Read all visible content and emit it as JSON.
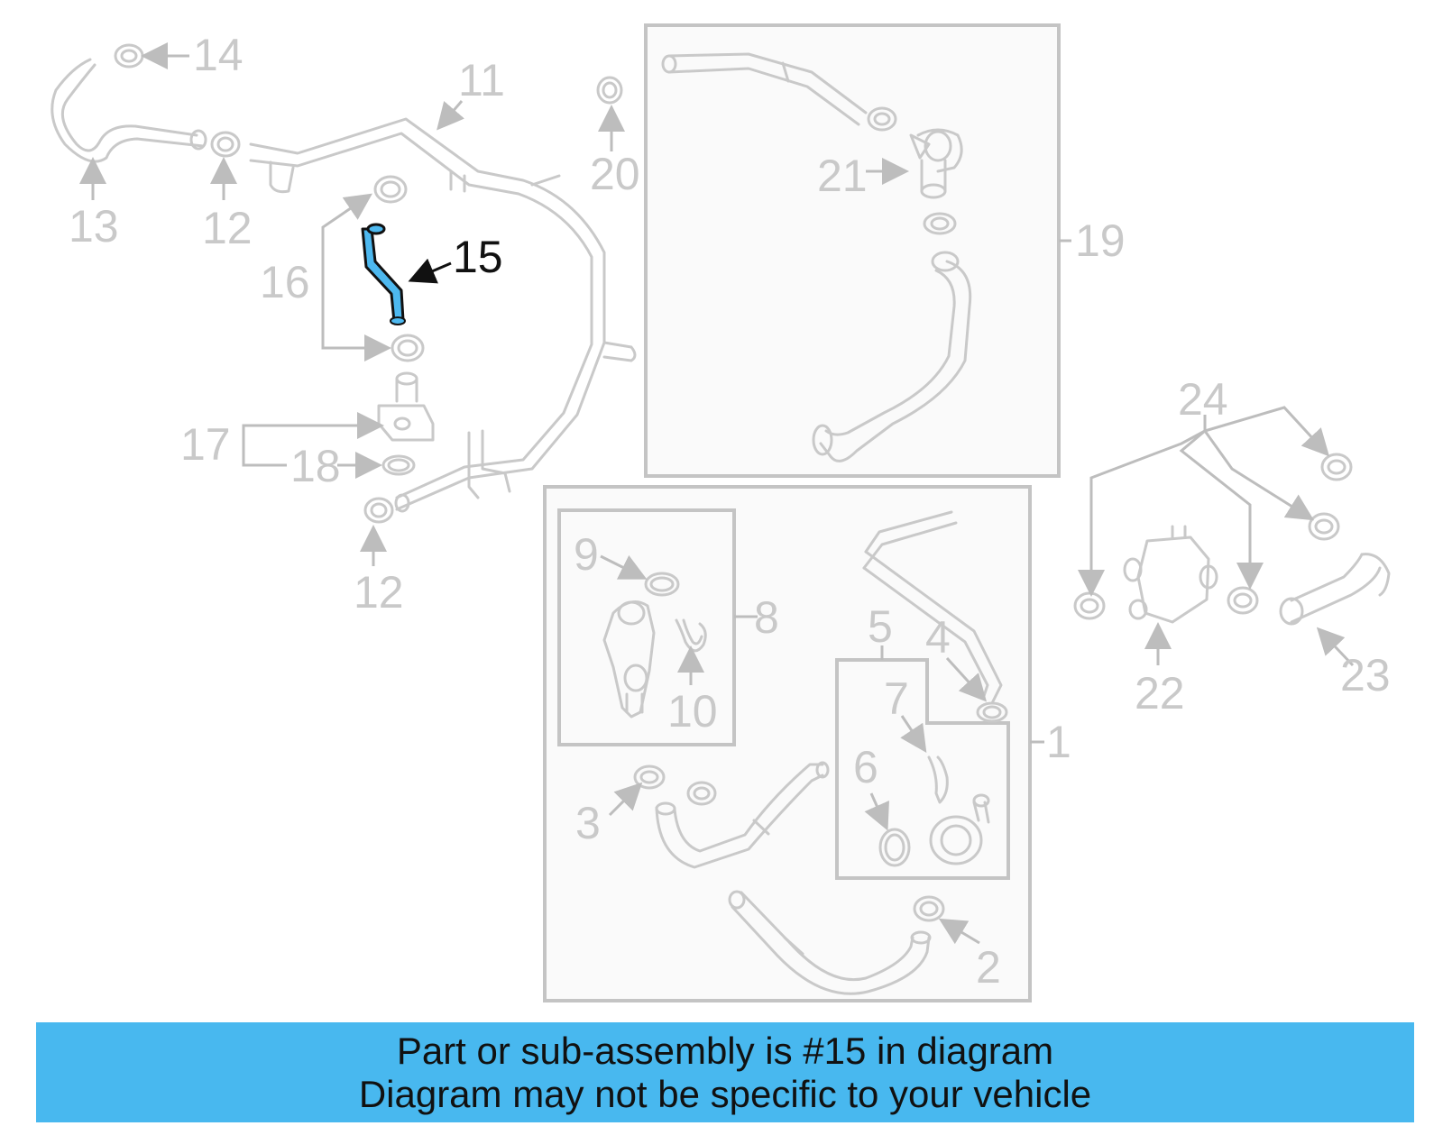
{
  "colors": {
    "highlight_part": "#4db8ef",
    "banner_background": "#48b8ef",
    "inactive_lines": "#c9c9c9",
    "text_dark": "#111111"
  },
  "callouts": {
    "c1": "1",
    "c2": "2",
    "c3": "3",
    "c4": "4",
    "c5": "5",
    "c6": "6",
    "c7": "7",
    "c8": "8",
    "c9": "9",
    "c10": "10",
    "c11": "11",
    "c12a": "12",
    "c12b": "12",
    "c13": "13",
    "c14": "14",
    "c15": "15",
    "c16": "16",
    "c17": "17",
    "c18": "18",
    "c19": "19",
    "c20": "20",
    "c21": "21",
    "c22": "22",
    "c23": "23",
    "c24": "24"
  },
  "banner": {
    "line1": "Part or sub-assembly is #15 in diagram",
    "line2": "Diagram may not be specific to your vehicle"
  }
}
